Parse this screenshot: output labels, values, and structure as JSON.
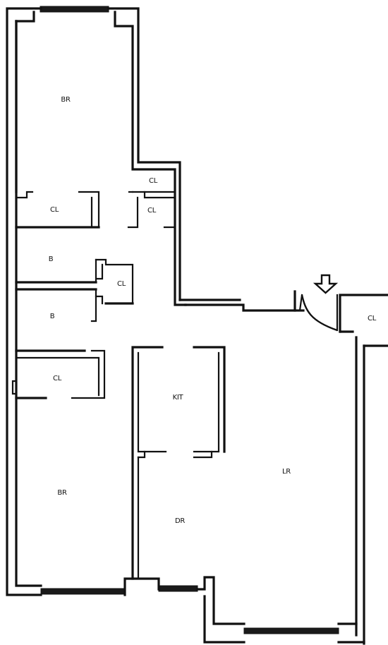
{
  "rooms": [
    {
      "id": "bedroom-top",
      "label": "BR"
    },
    {
      "id": "closet-hall-upper",
      "label": "CL"
    },
    {
      "id": "closet-bedroom-top",
      "label": "CL"
    },
    {
      "id": "closet-hall-lower",
      "label": "CL"
    },
    {
      "id": "bath-upper",
      "label": "B"
    },
    {
      "id": "closet-linen",
      "label": "CL"
    },
    {
      "id": "bath-lower",
      "label": "B"
    },
    {
      "id": "closet-bedroom-bottom",
      "label": "CL"
    },
    {
      "id": "kitchen",
      "label": "KIT"
    },
    {
      "id": "bedroom-bottom",
      "label": "BR"
    },
    {
      "id": "dining-room",
      "label": "DR"
    },
    {
      "id": "living-room",
      "label": "LR"
    },
    {
      "id": "closet-entry",
      "label": "CL"
    }
  ],
  "icons": {
    "entry": "down-arrow-icon"
  }
}
